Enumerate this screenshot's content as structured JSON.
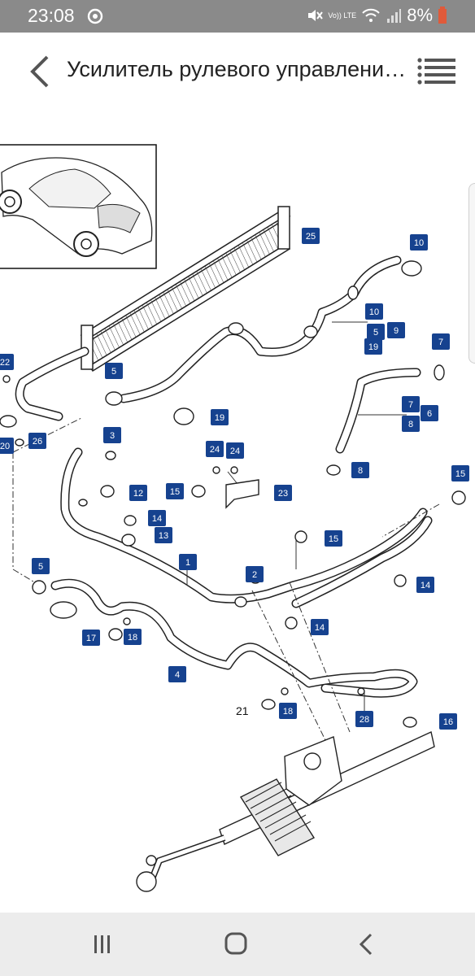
{
  "status_bar": {
    "time": "23:08",
    "lte_label": "Vo)) LTE",
    "battery": "8%",
    "icons": [
      "sync-icon",
      "mute-icon",
      "wifi-icon",
      "signal-icon",
      "battery-icon"
    ],
    "battery_low_color": "#e05a3a"
  },
  "app_bar": {
    "title": "Усилитель рулевого управлени…",
    "back_icon": "chevron-left-icon",
    "menu_icon": "list-menu-icon"
  },
  "diagram": {
    "label_color": "#16428f",
    "callouts": [
      "25",
      "10",
      "10",
      "9",
      "5",
      "19",
      "7",
      "22",
      "5",
      "7",
      "6",
      "8",
      "19",
      "20",
      "26",
      "3",
      "24",
      "24",
      "8",
      "15",
      "23",
      "15",
      "12",
      "14",
      "13",
      "1",
      "15",
      "5",
      "2",
      "14",
      "14",
      "17",
      "18",
      "4",
      "21",
      "18",
      "28",
      "16"
    ]
  },
  "nav_bar": {
    "recent_icon": "recent-apps-icon",
    "home_icon": "home-icon",
    "back_icon": "back-icon"
  }
}
